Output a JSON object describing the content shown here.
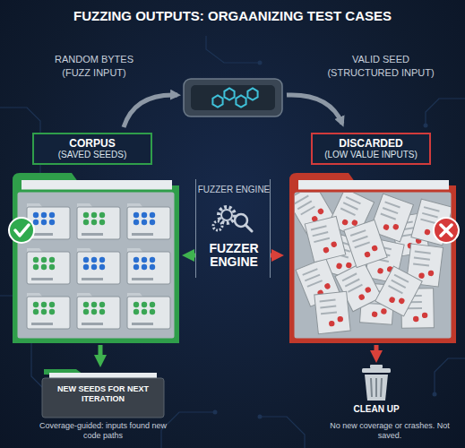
{
  "diagram": {
    "title": "FUZZING OUTPUTS: ORGAANIZING TEST CASES",
    "nodes": [
      {
        "text": [
          "CORPUS",
          "(SAVED SEEDS)"
        ]
      },
      {
        "text": [
          "FUZZER ENGINE",
          "FUZZER ENGINE"
        ]
      },
      {
        "text": [
          "DISCARDED",
          "(LOW VALUE INPUTS)"
        ]
      },
      {
        "text": [
          "NEW SEEDS FOR NEXT ITERATION"
        ]
      },
      {
        "text": [
          "CLEAN UP"
        ]
      }
    ],
    "edges": [
      {
        "from": 1,
        "to": 0,
        "arrow": "to"
      },
      {
        "from": 1,
        "to": 2,
        "arrow": "to"
      },
      {
        "from": 0,
        "to": 3,
        "arrow": "to"
      },
      {
        "from": 2,
        "to": 4,
        "arrow": "to"
      }
    ],
    "labels": [
      "RANDOM BYTES",
      "(FUZZ INPUT)",
      "VALID SEED",
      "(STRUCTURED INPUT)",
      "Coverage-guided: inputs found new code paths",
      "No new coverage or crashes. Not saved."
    ]
  }
}
